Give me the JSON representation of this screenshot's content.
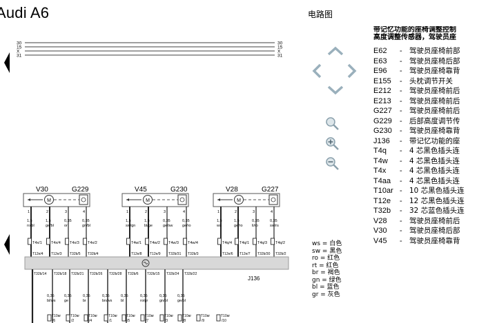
{
  "header": {
    "title": "Audi A6",
    "doc_type": "电路图"
  },
  "bus": [
    "30",
    "15",
    "X",
    "31"
  ],
  "components": [
    {
      "motor": "V30",
      "sensor": "G229"
    },
    {
      "motor": "V45",
      "sensor": "G230"
    },
    {
      "motor": "V28",
      "sensor": "G227"
    }
  ],
  "module_label": "J136",
  "wires": [
    {
      "pin": "1",
      "size": "1,5",
      "color": "ro/bl",
      "conn": "T4x/1",
      "bottom": "T12e/4"
    },
    {
      "pin": "2",
      "size": "1,5",
      "color": "ge/bl",
      "conn": "T4x/4",
      "bottom": "T12e/3"
    },
    {
      "pin": "3",
      "size": "0,35",
      "color": "or",
      "conn": "T4x/3",
      "bottom": "T32b/5"
    },
    {
      "pin": "4",
      "size": "0,35",
      "color": "gn/bl",
      "conn": "T4x/2",
      "bottom": "T32b/4"
    },
    {
      "pin": "1",
      "size": "1,5",
      "color": "sw/gn",
      "conn": "T4w/1",
      "bottom": "T12e/8"
    },
    {
      "pin": "2",
      "size": "1,5",
      "color": "bl/ge",
      "conn": "T4w/2",
      "bottom": "T12e/9"
    },
    {
      "pin": "3",
      "size": "0,35",
      "color": "ge/sw",
      "conn": "T4w/3",
      "bottom": "T32b/31"
    },
    {
      "pin": "4",
      "size": "0,35",
      "color": "ge/ro",
      "conn": "T4w/4",
      "bottom": "T32b/3"
    },
    {
      "pin": "1",
      "size": "1,5",
      "color": "ws",
      "conn": "T4q/4",
      "bottom": "T12e/6"
    },
    {
      "pin": "2",
      "size": "1,5",
      "color": "ge/ro",
      "conn": "T4q/1",
      "bottom": "T12e/7"
    },
    {
      "pin": "3",
      "size": "0,35",
      "color": "li/ro",
      "conn": "T4q/3",
      "bottom": "T32b/30"
    },
    {
      "pin": "4",
      "size": "0,35",
      "color": "sw/rs",
      "conn": "T4q/2",
      "bottom": "T32b/2"
    }
  ],
  "lower_top": [
    "T32b/14",
    "T32b/18",
    "T32b/21",
    "T32b/26",
    "T32b/28",
    "T32b/6",
    "T32b/15",
    "T32b/24",
    "T32b/22"
  ],
  "lower_wires": [
    {
      "size": "0,35",
      "color": "bl/ws"
    },
    {
      "size": "0,35",
      "color": "ge"
    },
    {
      "size": "0,35",
      "color": "br"
    },
    {
      "size": "0,35",
      "color": "bn/ws"
    },
    {
      "size": "0,35",
      "color": "bl"
    },
    {
      "size": "0,35",
      "color": "ro/gr"
    },
    {
      "size": "0,35",
      "color": "gn/bl"
    },
    {
      "size": "0,35",
      "color": "ge/bl"
    }
  ],
  "lower_bottom": [
    "T10ar/6",
    "T10ar/2",
    "T10ar/4",
    "T10ar/1",
    "T10ar/5",
    "T10ar/7",
    "T10ar/3",
    "T10ar/8",
    "T10ar/9",
    "T10ar/10"
  ],
  "legend_title": [
    "带记忆功能的座椅调整控制",
    "高度调整传感器，驾驶员座"
  ],
  "legend": [
    {
      "code": "E62",
      "dash": "-",
      "text": "驾驶员座椅前部"
    },
    {
      "code": "E63",
      "dash": "-",
      "text": "驾驶员座椅后部"
    },
    {
      "code": "E96",
      "dash": "-",
      "text": "驾驶员座椅靠背"
    },
    {
      "code": "E155",
      "dash": "-",
      "text": "头枕调节开关"
    },
    {
      "code": "E212",
      "dash": "-",
      "text": "驾驶员座椅前后"
    },
    {
      "code": "E213",
      "dash": "-",
      "text": "驾驶员座椅前后"
    },
    {
      "code": "G227",
      "dash": "-",
      "text": "驾驶员座椅前后"
    },
    {
      "code": "G229",
      "dash": "-",
      "text": "后部高度调节传"
    },
    {
      "code": "G230",
      "dash": "-",
      "text": "驾驶员座椅靠背"
    },
    {
      "code": "J136",
      "dash": "-",
      "text": "带记忆功能的座"
    },
    {
      "code": "T4q",
      "dash": "-",
      "text": "4 芯黑色插头连"
    },
    {
      "code": "T4w",
      "dash": "-",
      "text": "4 芯黑色插头连"
    },
    {
      "code": "T4x",
      "dash": "-",
      "text": "4 芯黑色插头连"
    },
    {
      "code": "T4aa",
      "dash": "-",
      "text": "4 芯黑色插头连"
    },
    {
      "code": "T10ar",
      "dash": "-",
      "text": "10 芯黑色插头连"
    },
    {
      "code": "T12e",
      "dash": "-",
      "text": "12 芯黑色插头连"
    },
    {
      "code": "T32b",
      "dash": "-",
      "text": "32 芯蓝色插头连"
    },
    {
      "code": "V28",
      "dash": "-",
      "text": "驾驶员座椅前后"
    },
    {
      "code": "V30",
      "dash": "-",
      "text": "驾驶员座椅后部"
    },
    {
      "code": "V45",
      "dash": "-",
      "text": "驾驶员座椅靠背"
    }
  ],
  "color_codes": [
    "ws = 白色",
    "sw = 黑色",
    "ro = 红色",
    "rt = 红色",
    "br = 褐色",
    "gn = 绿色",
    "bl = 蓝色",
    "gr = 灰色"
  ]
}
